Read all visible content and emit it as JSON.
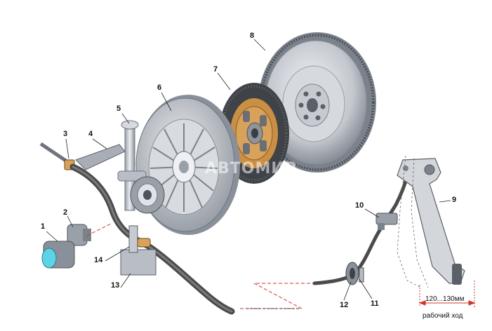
{
  "callouts": {
    "n1": "1",
    "n2": "2",
    "n3": "3",
    "n4": "4",
    "n5": "5",
    "n6": "6",
    "n7": "7",
    "n8": "8",
    "n9": "9",
    "n10": "10",
    "n11": "11",
    "n12": "12",
    "n13": "13",
    "n14": "14"
  },
  "dimension": {
    "range": "120...130мм",
    "caption": "рабочий ход"
  },
  "watermark": "АВТОМИР",
  "colors": {
    "metal_light": "#e4e6ea",
    "metal_mid": "#b9bec6",
    "metal_dark": "#6f757f",
    "disc_lining": "#4a4d52",
    "disc_hub": "#d9a25a",
    "hose": "#4b4b4b",
    "cap_blue": "#5fd3e6",
    "dash_red": "#d0342c"
  }
}
